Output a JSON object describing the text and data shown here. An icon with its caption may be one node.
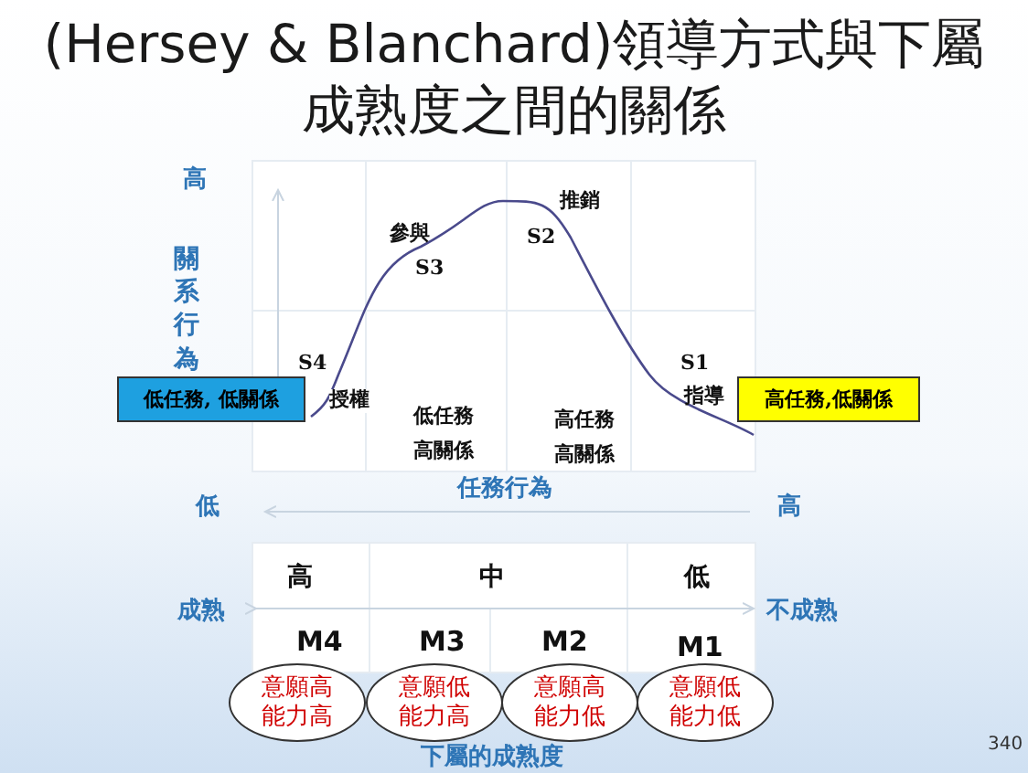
{
  "diagram": {
    "title": "(Hersey & Blanchard)領導方式與下屬成熟度之間的關係",
    "nodes": [
      {
        "text": [
          "低任務, 低關係"
        ]
      },
      {
        "text": [
          "高任務,低關係"
        ]
      },
      {
        "text": [
          "意願高能力高"
        ]
      },
      {
        "text": [
          "意願低能力高"
        ]
      },
      {
        "text": [
          "意願高能力低"
        ]
      },
      {
        "text": [
          "意願低能力低"
        ]
      }
    ],
    "labels": [
      "高",
      "推銷",
      "參與",
      "S2",
      "S3",
      "關系行為",
      "S4",
      "S1",
      "授權",
      "指導",
      "低任務高關係",
      "高任務高關係",
      "任務行為",
      "低",
      "高",
      "高",
      "中",
      "低",
      "成熟",
      "不成熟",
      "M4",
      "M3",
      "M2",
      "M1",
      "下屬的成熟度",
      "340"
    ]
  }
}
